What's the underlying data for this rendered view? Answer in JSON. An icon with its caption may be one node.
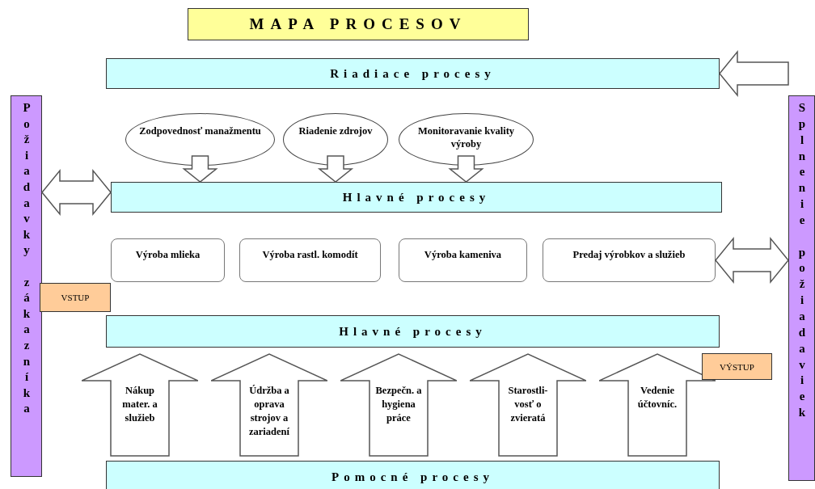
{
  "diagram": {
    "title": "MAPA PROCESOV",
    "nodes": [
      {
        "text": [
          "Riadiace procesy"
        ]
      },
      {
        "text": [
          "Požiadavky zákazníka"
        ]
      },
      {
        "text": [
          "Splnenie požiadaviek"
        ]
      },
      {
        "text": [
          "Zodpovednosť manažmentu"
        ]
      },
      {
        "text": [
          "Riadenie zdrojov"
        ]
      },
      {
        "text": [
          "Monitoravanie kvality výroby"
        ]
      },
      {
        "text": [
          "Hlavné procesy"
        ]
      },
      {
        "text": [
          "Výroba mlieka"
        ]
      },
      {
        "text": [
          "Výroba rastl. komodít"
        ]
      },
      {
        "text": [
          "Výroba kameniva"
        ]
      },
      {
        "text": [
          "Predaj výrobkov a služieb"
        ]
      },
      {
        "text": [
          "VSTUP"
        ]
      },
      {
        "text": [
          "Hlavné procesy"
        ]
      },
      {
        "text": [
          "Nákup mater. a služieb"
        ]
      },
      {
        "text": [
          "Údržba a oprava strojov a zariadení"
        ]
      },
      {
        "text": [
          "Bezpečn. a hygiena práce"
        ]
      },
      {
        "text": [
          "Starostli- vosť o zvieratá"
        ]
      },
      {
        "text": [
          "Vedenie účtovníc."
        ]
      },
      {
        "text": [
          "VÝSTUP"
        ]
      },
      {
        "text": [
          "Pomocné procesy"
        ]
      }
    ],
    "edges": [
      {
        "from": 1,
        "to": 6,
        "arrow": "both"
      },
      {
        "from": 2,
        "to": 0,
        "arrow": "to"
      },
      {
        "from": 3,
        "to": 6,
        "arrow": "to"
      },
      {
        "from": 4,
        "to": 6,
        "arrow": "to"
      },
      {
        "from": 5,
        "to": 6,
        "arrow": "to"
      },
      {
        "from": 10,
        "to": 2,
        "arrow": "both"
      }
    ]
  }
}
